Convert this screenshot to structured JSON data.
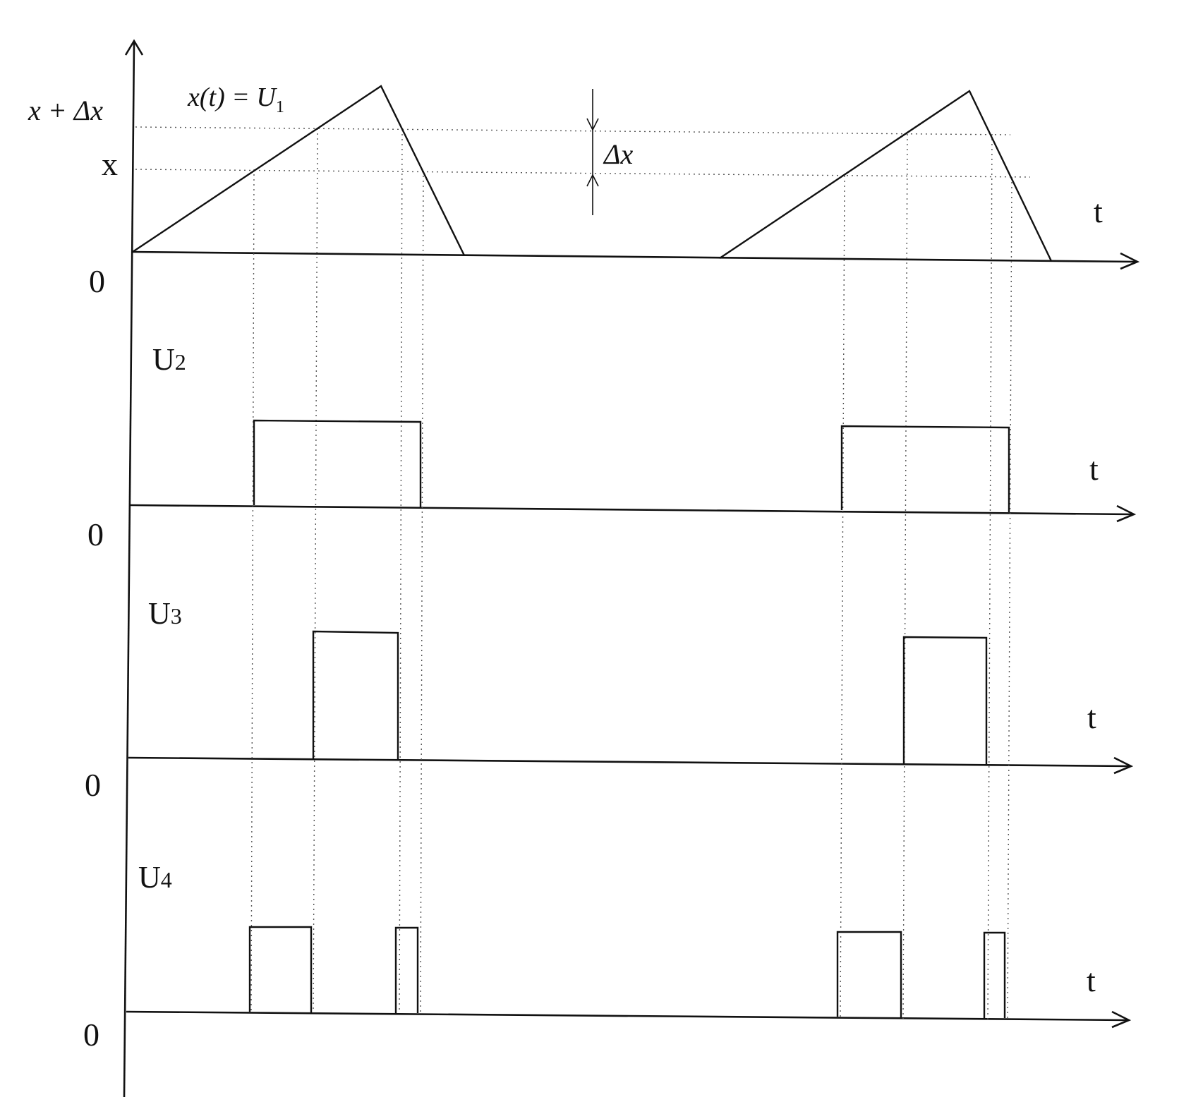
{
  "labels": {
    "upper_level": "x + Δx",
    "lower_level": "x",
    "signal1": "x(t) = U",
    "signal1_sub": "1",
    "delta": "Δx",
    "t": "t",
    "zero": "0",
    "u2": "U",
    "u2_sub": "2",
    "u3": "U",
    "u3_sub": "3",
    "u4": "U",
    "u4_sub": "4"
  }
}
